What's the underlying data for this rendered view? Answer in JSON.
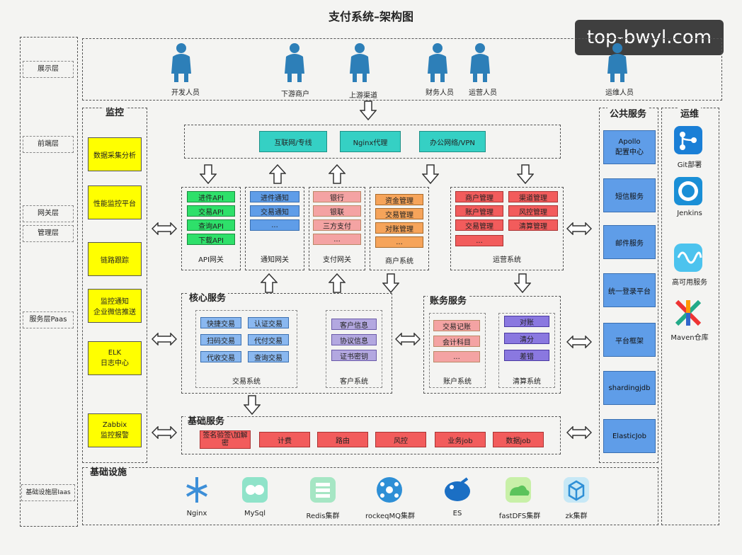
{
  "title": "支付系统–架构图",
  "watermark": "top-bwyl.com",
  "layers": [
    "展示层",
    "前端层",
    "网关层",
    "管理层",
    "服务层Paas",
    "基础设施层Iaas"
  ],
  "users": [
    "开发人员",
    "下游商户",
    "上游渠道",
    "财务人员",
    "运营人员",
    "运维人员"
  ],
  "monitor": {
    "title": "监控",
    "items": [
      "数据采集分析",
      "性能监控平台",
      "链路跟踪",
      "监控通知\n企业微信推送",
      "ELK\n日志中心",
      "Zabbix\n监控报警"
    ]
  },
  "frontend": [
    "互联网/专线",
    "Nginx代理",
    "办公网络/VPN"
  ],
  "api_gateway": {
    "label": "API网关",
    "items": [
      "进件API",
      "交易API",
      "查询API",
      "下载API"
    ]
  },
  "notify_gateway": {
    "label": "通知网关",
    "items": [
      "进件通知",
      "交易通知",
      "..."
    ]
  },
  "pay_gateway": {
    "label": "支付网关",
    "items": [
      "银行",
      "银联",
      "三方支付",
      "..."
    ]
  },
  "merchant_system": {
    "label": "商户系统",
    "items": [
      "资金管理",
      "交易管理",
      "对账管理",
      "..."
    ]
  },
  "ops_system": {
    "label": "运营系统",
    "items": [
      "商户管理",
      "渠道管理",
      "账户管理",
      "风控管理",
      "交易管理",
      "清算管理",
      "..."
    ]
  },
  "core": {
    "title": "核心服务",
    "trade_label": "交易系统",
    "trade_items": [
      "快捷交易",
      "认证交易",
      "扫码交易",
      "代付交易",
      "代收交易",
      "查询交易"
    ],
    "customer_label": "客户系统",
    "customer_items": [
      "客户信息",
      "协议信息",
      "证书密钥"
    ]
  },
  "accounting": {
    "title": "账务服务",
    "account_label": "账户系统",
    "account_items": [
      "交易记账",
      "会计科目",
      "..."
    ],
    "clearing_label": "清算系统",
    "clearing_items": [
      "对账",
      "清分",
      "差错"
    ]
  },
  "base": {
    "title": "基础服务",
    "items": [
      "签名验签\\加解密",
      "计费",
      "路由",
      "风控",
      "业务job",
      "数据job"
    ]
  },
  "public": {
    "title": "公共服务",
    "items": [
      "Apollo\n配置中心",
      "短信服务",
      "邮件服务",
      "统一登录平台",
      "平台框架",
      "shardingjdb",
      "ElasticJob"
    ]
  },
  "ops": {
    "title": "运维",
    "items": [
      "Git部署",
      "Jenkins",
      "高可用服务",
      "Maven仓库"
    ]
  },
  "infra": {
    "title": "基础设施",
    "items": [
      "Nginx",
      "MySql",
      "Redis集群",
      "rockeqMQ集群",
      "ES",
      "fastDFS集群",
      "zk集群"
    ]
  },
  "colors": {
    "monitor": "#ffff00",
    "public": "#5f9de8",
    "api": "#2ee06a",
    "frontend": "#35d0c4",
    "pay": "#f4a3a3",
    "merchant": "#f6a45a",
    "ops": "#f25c5c",
    "base": "#f25c5c"
  }
}
